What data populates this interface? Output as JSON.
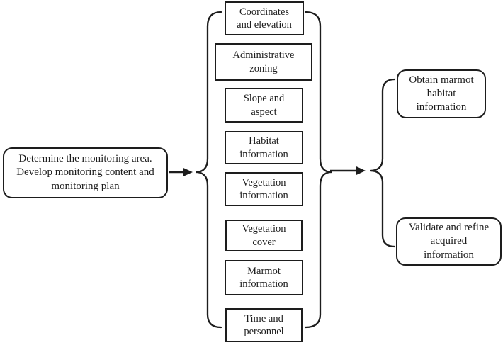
{
  "diagram": {
    "background_color": "#ffffff",
    "line_color": "#1d1d1d",
    "text_color": "#1d1d1d",
    "left_node": {
      "label": "Determine the monitoring area.\nDevelop monitoring content and\nmonitoring plan"
    },
    "middle_nodes": [
      {
        "label": "Coordinates\nand elevation"
      },
      {
        "label": "Administrative\nzoning"
      },
      {
        "label": "Slope and\naspect"
      },
      {
        "label": "Habitat\ninformation"
      },
      {
        "label": "Vegetation\ninformation"
      },
      {
        "label": "Vegetation\ncover"
      },
      {
        "label": "Marmot\ninformation"
      },
      {
        "label": "Time and\npersonnel"
      }
    ],
    "right_nodes": [
      {
        "label": "Obtain marmot\nhabitat\ninformation"
      },
      {
        "label": "Validate and refine\nacquired\ninformation"
      }
    ]
  }
}
